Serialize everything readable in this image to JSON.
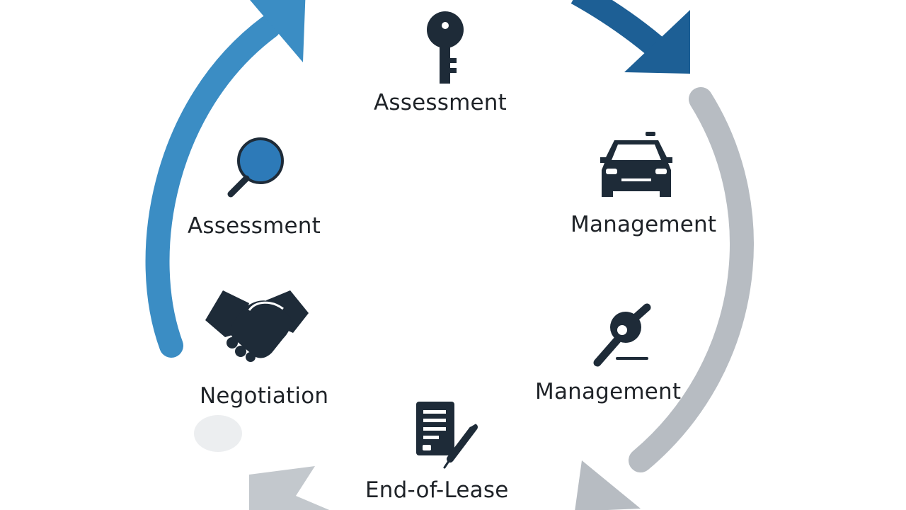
{
  "stages": [
    {
      "label": "Assessment",
      "icon": "key-icon"
    },
    {
      "label": "Management",
      "icon": "car-icon"
    },
    {
      "label": "Management",
      "icon": "wrench-icon"
    },
    {
      "label": "End-of-Lease",
      "icon": "contract-pen-icon"
    },
    {
      "label": "Negotiation",
      "icon": "handshake-icon"
    },
    {
      "label": "Assessment",
      "icon": "magnifier-icon"
    }
  ],
  "colors": {
    "arrow_blue": "#3b8dc4",
    "arrow_dark_blue": "#1d5f95",
    "arrow_gray": "#b7bcc2",
    "icon_dark": "#1e2b38",
    "icon_blue": "#2d7ab8",
    "text": "#1f2328"
  }
}
